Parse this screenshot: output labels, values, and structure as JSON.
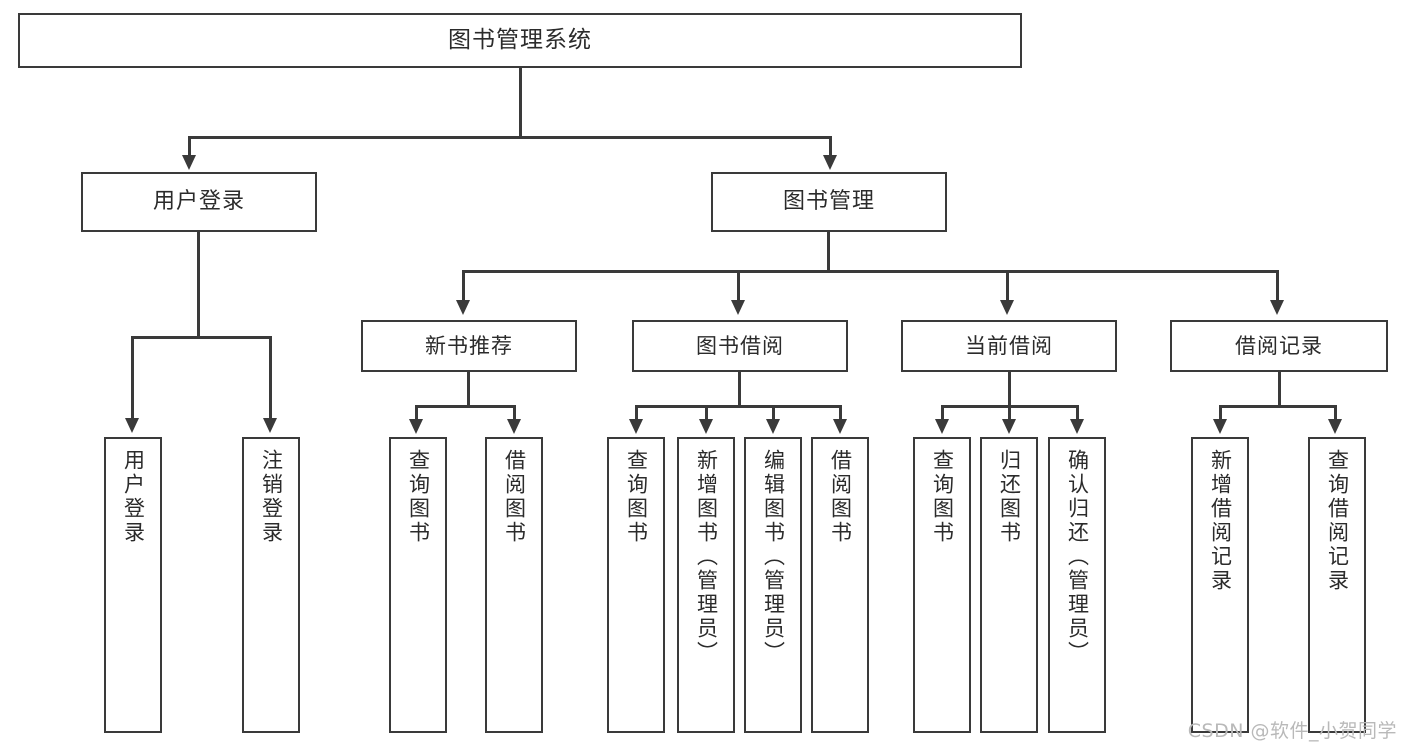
{
  "diagram": {
    "type": "tree",
    "title": "图书管理系统",
    "background_color": "#ffffff",
    "line_color": "#3a3a3a",
    "text_color": "#2b2b2b",
    "watermark": "CSDN @软件_小贺同学"
  },
  "nodes": {
    "root": {
      "label": "图书管理系统",
      "level": 1
    },
    "l2": [
      {
        "label": "用户登录",
        "level": 2
      },
      {
        "label": "图书管理",
        "level": 2
      }
    ],
    "l3": [
      {
        "label": "新书推荐",
        "level": 3
      },
      {
        "label": "图书借阅",
        "level": 3
      },
      {
        "label": "当前借阅",
        "level": 3
      },
      {
        "label": "借阅记录",
        "level": 3
      }
    ],
    "leaves": {
      "user_login": [
        {
          "label": "用户登录"
        },
        {
          "label": "注销登录"
        }
      ],
      "new_book": [
        {
          "label": "查询图书"
        },
        {
          "label": "借阅图书"
        }
      ],
      "borrow_book": [
        {
          "label": "查询图书"
        },
        {
          "label": "新增图书（管理员）"
        },
        {
          "label": "编辑图书（管理员）"
        },
        {
          "label": "借阅图书"
        }
      ],
      "current_borrow": [
        {
          "label": "查询图书"
        },
        {
          "label": "归还图书"
        },
        {
          "label": "确认归还（管理员）"
        }
      ],
      "borrow_record": [
        {
          "label": "新增借阅记录"
        },
        {
          "label": "查询借阅记录"
        }
      ]
    }
  },
  "hierarchy": {
    "图书管理系统": [
      "用户登录",
      "图书管理"
    ],
    "用户登录": [
      "用户登录",
      "注销登录"
    ],
    "图书管理": [
      "新书推荐",
      "图书借阅",
      "当前借阅",
      "借阅记录"
    ],
    "新书推荐": [
      "查询图书",
      "借阅图书"
    ],
    "图书借阅": [
      "查询图书",
      "新增图书（管理员）",
      "编辑图书（管理员）",
      "借阅图书"
    ],
    "当前借阅": [
      "查询图书",
      "归还图书",
      "确认归还（管理员）"
    ],
    "借阅记录": [
      "新增借阅记录",
      "查询借阅记录"
    ]
  }
}
